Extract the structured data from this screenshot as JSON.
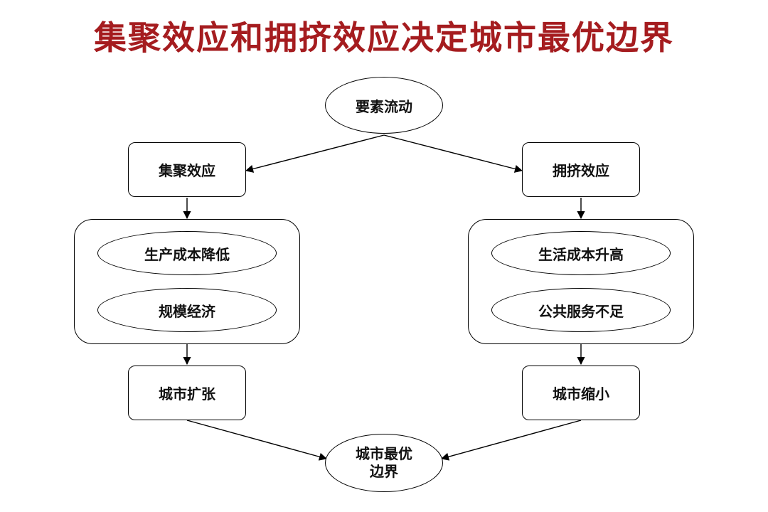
{
  "title": "集聚效应和拥挤效应决定城市最优边界",
  "colors": {
    "title": "#a51c1f",
    "stroke": "#000000",
    "text": "#111111"
  },
  "nodes": {
    "factor_flow": "要素流动",
    "agglomeration": "集聚效应",
    "congestion": "拥挤效应",
    "lower_cost": "生产成本降低",
    "scale_economy": "规模经济",
    "higher_cost": "生活成本升高",
    "public_service_shortage": "公共服务不足",
    "expansion": "城市扩张",
    "shrink": "城市缩小",
    "optimal_boundary": "城市最优\n边界"
  }
}
